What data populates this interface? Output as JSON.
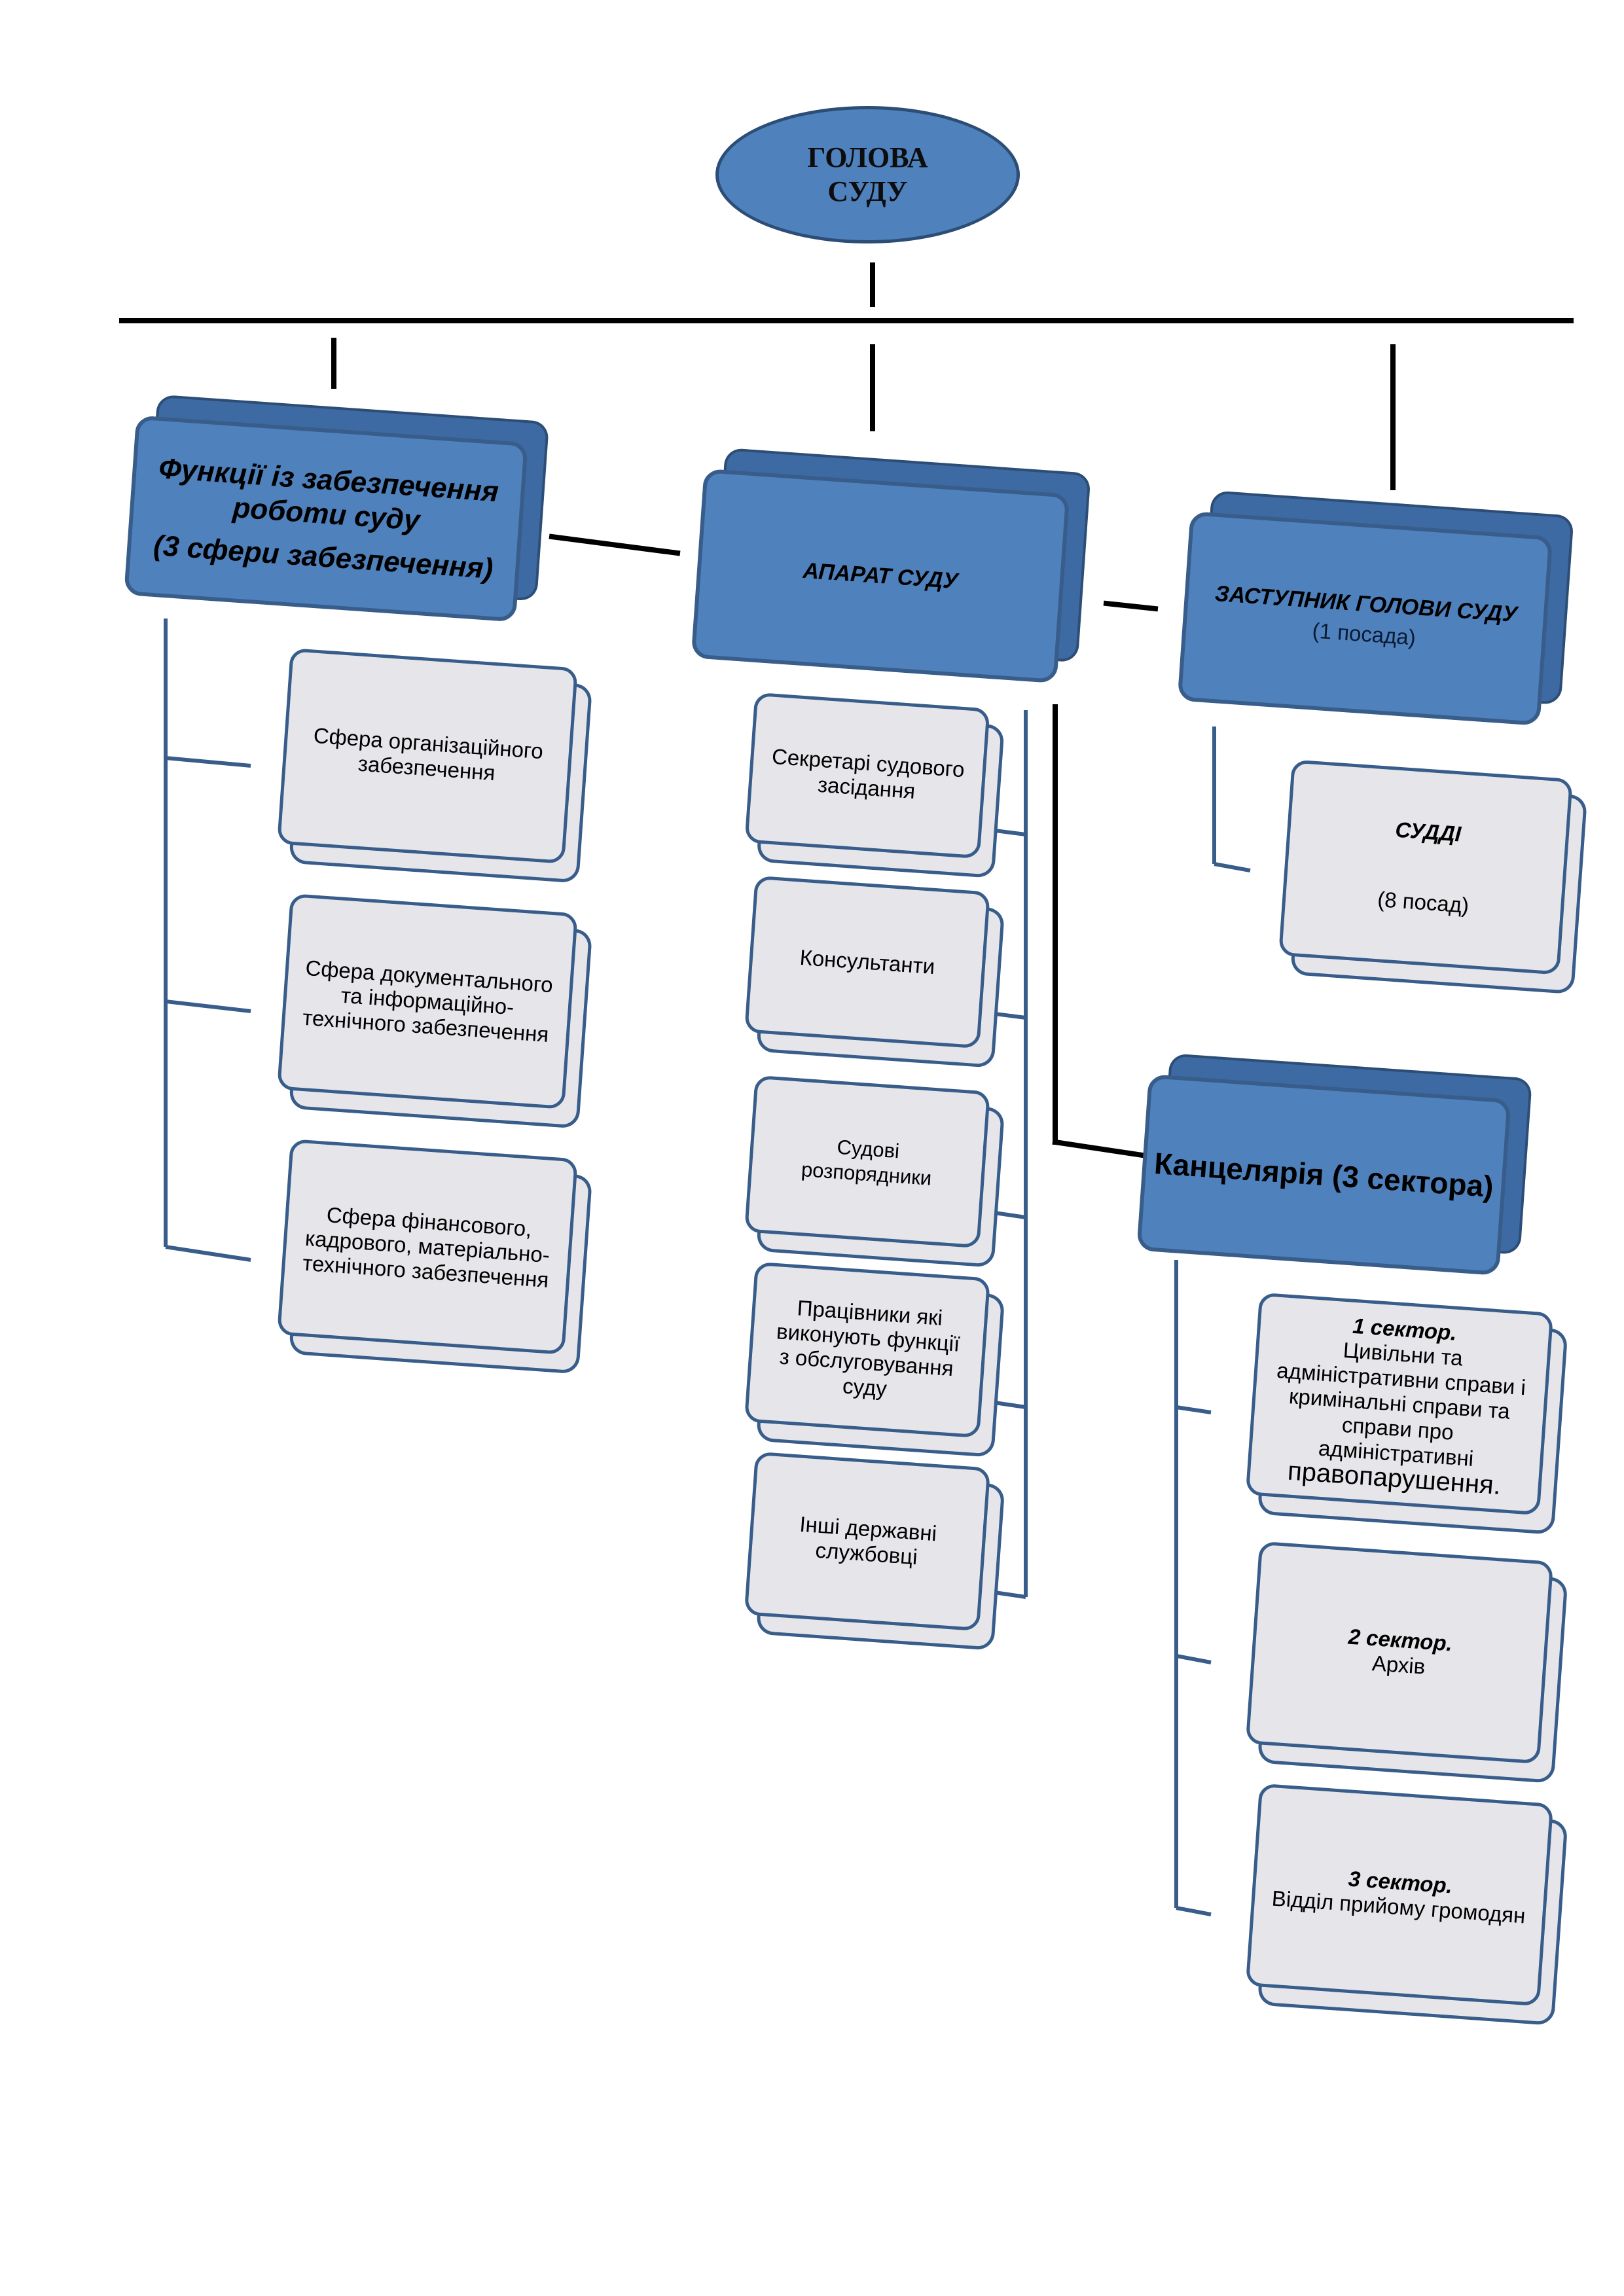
{
  "head": {
    "title_line1": "ГОЛОВА",
    "title_line2": "СУДУ"
  },
  "functions": {
    "title_line1": "Функції  із забезпечення",
    "title_line2": "роботи суду",
    "title_line3": "(3 сфери забезпечення)",
    "items": [
      "Сфера організаційного забезпечення",
      "Сфера документального та інформаційно-технічного забезпечення",
      "Сфера фінансового, кадрового, матеріально-технічного забезпечення"
    ]
  },
  "apparatus": {
    "title": "АПАРАТ СУДУ",
    "items": [
      "Секретарі судового засідання",
      "Консультанти",
      "Судові розпорядники",
      "Працівники які виконують функції з обслуговування суду",
      "Інші державні службовці"
    ]
  },
  "deputy": {
    "title": "ЗАСТУПНИК ГОЛОВИ СУДУ",
    "subtitle": "(1 посада)"
  },
  "judges": {
    "title": "СУДДІ",
    "subtitle": "(8 посад)"
  },
  "chancellery": {
    "title": "Канцелярія (3 сектора)",
    "sectors": [
      {
        "name": "1 сектор.",
        "text": "Цивільни та адміністративни справи і кримінальні справи та справи про адміністративні",
        "text_end": "правопарушення."
      },
      {
        "name": "2 сектор.",
        "text": "Архів"
      },
      {
        "name": "3 сектор.",
        "text": "Відділ прийому громодян"
      }
    ]
  }
}
